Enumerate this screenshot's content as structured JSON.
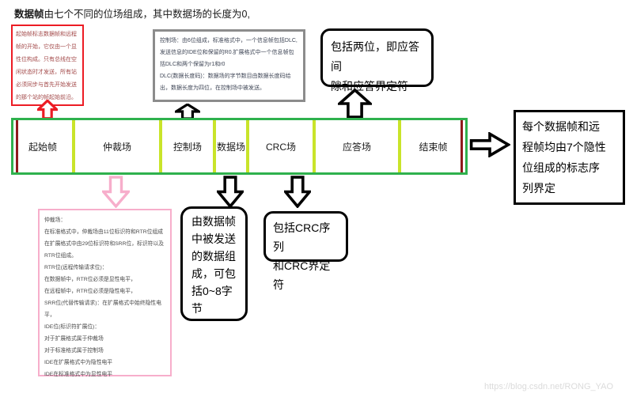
{
  "title": {
    "bold": "数据帧",
    "rest": "由七个不同的位场组成，其中数据场的长度为0,"
  },
  "watermark": "https://blog.csdn.net/RONG_YAO",
  "colors": {
    "bar_border_green": "#2fb14d",
    "divider_yellow_green": "#c9e42a",
    "end_bit_dark_red": "#8e1b1b",
    "start_note_red": "#ec1c24",
    "control_note_gray": "#8c8c8c",
    "arbitration_note_pink": "#f7aecb",
    "callout_black": "#000000"
  },
  "frame_bar": {
    "segments": [
      {
        "label": "起始帧"
      },
      {
        "label": "仲裁场"
      },
      {
        "label": "控制场"
      },
      {
        "label": "数据场"
      },
      {
        "label": "CRC场"
      },
      {
        "label": "应答场"
      },
      {
        "label": "结束帧"
      }
    ]
  },
  "notes": {
    "start_frame": {
      "text": "起始帧标志数据帧和远程帧的开始，它仅由一个显性位构成。只有总线在空闲状态时才发送，所有站必须同步与首先开始发送的那个站的帧起始前沿。"
    },
    "control_field": {
      "para1": "控制场：由6位组成，标准格式中，一个信息帧包括DLC,发送信息的IDE位和保留的R0.扩展格式中一个信息帧包括DLC和两个保留为r1和r0",
      "para2": "DLC(数据长度码)：数据场的字节数目由数据长度码给出，数据长度为四位，在控制场中被发送。"
    },
    "ack_field": {
      "lines": [
        "包括两位，即应答间",
        "隙和应答界定符"
      ]
    },
    "end_frame": {
      "lines": [
        "每个数据帧和远",
        "程帧均由7个隐性",
        "位组成的标志序",
        "列界定"
      ]
    },
    "data_field": {
      "lines": [
        "由数据帧",
        "中被发送",
        "的数据组",
        "成，可包",
        "括0~8字",
        "节"
      ]
    },
    "crc_field": {
      "lines": [
        "包括CRC序列",
        "和CRC界定符"
      ]
    },
    "arbitration_field": {
      "lines": [
        "仲裁场：",
        "在标准格式中，仲裁场由11位标识符和RTR位组成",
        "在扩展格式中由29位标识符和SRR位，标识符以及RTR位组成。",
        "RTR位(远程传输请求位)：",
        "在数据帧中，RTR位必须是显性电平，",
        "在远程帧中，RTR位必须是隐性电平，",
        "SRR位(代替传输请求)：在扩展格式中始终隐性电平，",
        "IDE位(标识符扩展位)：",
        "对于扩展格式属于仲裁场",
        "对于标准格式属于控制场",
        "IDE在扩展格式中为隐性电平",
        "IDE在标准格式中为显性电平"
      ]
    }
  }
}
